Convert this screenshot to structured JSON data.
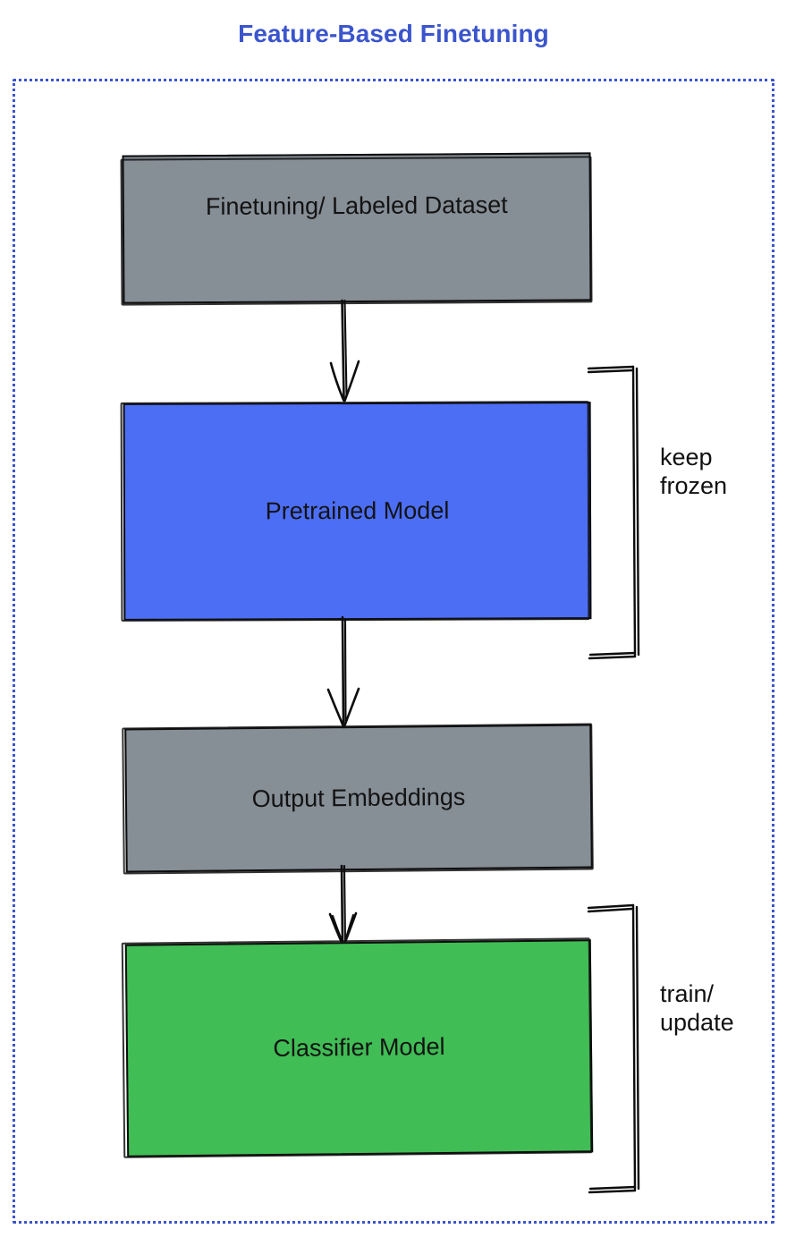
{
  "diagram": {
    "title": "Feature-Based Finetuning",
    "title_color": "#3b55cc",
    "frame_border_color": "#3b55cc",
    "frame_border_style": "dotted",
    "background": "#ffffff",
    "nodes": [
      {
        "id": "dataset",
        "label": "Finetuning/ Labeled Dataset",
        "fill": "#868e96",
        "text_color": "#131313",
        "order": 1
      },
      {
        "id": "pretrained",
        "label": "Pretrained Model",
        "fill": "#4c6ef5",
        "text_color": "#131313",
        "order": 2
      },
      {
        "id": "embeddings",
        "label": "Output Embeddings",
        "fill": "#868e96",
        "text_color": "#131313",
        "order": 3
      },
      {
        "id": "classifier",
        "label": "Classifier Model",
        "fill": "#40bd55",
        "text_color": "#131313",
        "order": 4
      }
    ],
    "edges": [
      {
        "id": "edge-1",
        "from": "dataset",
        "to": "pretrained",
        "style": "arrow-down",
        "label": ""
      },
      {
        "id": "edge-2",
        "from": "pretrained",
        "to": "embeddings",
        "style": "arrow-down",
        "label": ""
      },
      {
        "id": "edge-3",
        "from": "embeddings",
        "to": "classifier",
        "style": "arrow-down",
        "label": ""
      }
    ],
    "annotations": [
      {
        "id": "keep-frozen",
        "text": "keep\nfrozen",
        "targets": [
          "pretrained"
        ],
        "marker": "bracket",
        "text_color": "#111111"
      },
      {
        "id": "train-update",
        "text": "train/\nupdate",
        "targets": [
          "classifier"
        ],
        "marker": "bracket",
        "text_color": "#111111"
      }
    ]
  }
}
